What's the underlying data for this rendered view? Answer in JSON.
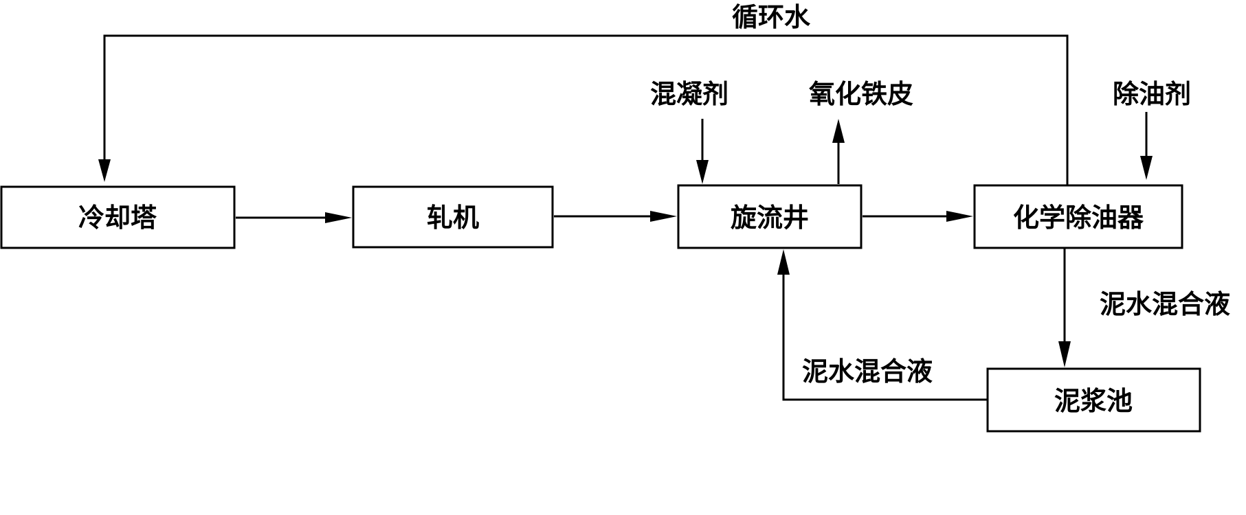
{
  "diagram": {
    "type": "process-flow",
    "nodes": {
      "cooling_tower": "冷却塔",
      "rolling_mill": "轧机",
      "swirl_well": "旋流井",
      "chemical_degreaser": "化学除油器",
      "slurry_pool": "泥浆池"
    },
    "labels": {
      "circulating_water": "循环水",
      "coagulant": "混凝剂",
      "iron_oxide_scale": "氧化铁皮",
      "degreasing_agent": "除油剂",
      "mud_water_mixture_right": "泥水混合液",
      "mud_water_mixture_bottom": "泥水混合液"
    },
    "edges": [
      {
        "from": "cooling_tower",
        "to": "rolling_mill"
      },
      {
        "from": "rolling_mill",
        "to": "swirl_well"
      },
      {
        "from": "swirl_well",
        "to": "chemical_degreaser"
      },
      {
        "from": "chemical_degreaser",
        "to": "cooling_tower",
        "label": "循环水"
      },
      {
        "from": "chemical_degreaser",
        "to": "slurry_pool",
        "label": "泥水混合液"
      },
      {
        "from": "slurry_pool",
        "to": "swirl_well",
        "label": "泥水混合液"
      },
      {
        "input": "混凝剂",
        "to": "swirl_well"
      },
      {
        "from": "swirl_well",
        "output": "氧化铁皮"
      },
      {
        "input": "除油剂",
        "to": "chemical_degreaser"
      }
    ]
  }
}
